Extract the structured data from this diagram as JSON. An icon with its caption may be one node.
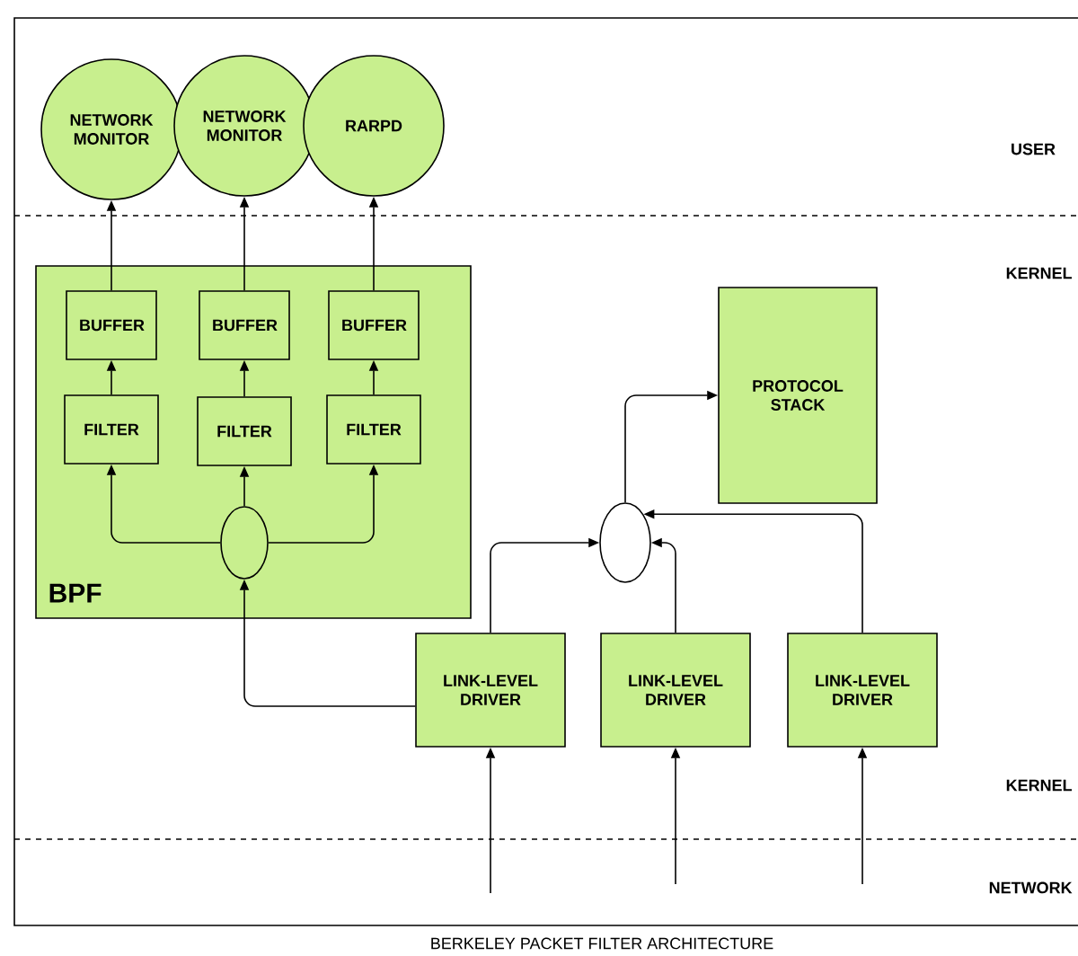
{
  "diagram": {
    "caption": "BERKELEY PACKET FILTER ARCHITECTURE",
    "nodes": [
      {
        "text": [
          "BPF"
        ]
      },
      {
        "text": [
          "NETWORK MONITOR"
        ]
      },
      {
        "text": [
          "NETWORK MONITOR"
        ]
      },
      {
        "text": [
          "RARPD"
        ]
      },
      {
        "text": [
          "BUFFER"
        ],
        "in": 0
      },
      {
        "text": [
          "BUFFER"
        ],
        "in": 0
      },
      {
        "text": [
          "BUFFER"
        ],
        "in": 0
      },
      {
        "text": [
          "FILTER"
        ],
        "in": 0
      },
      {
        "text": [
          "FILTER"
        ],
        "in": 0
      },
      {
        "text": [
          "FILTER"
        ],
        "in": 0
      },
      {
        "text": [],
        "shape": "circle",
        "in": 0
      },
      {
        "text": [
          "PROTOCOL STACK"
        ]
      },
      {
        "text": [],
        "shape": "circle"
      },
      {
        "text": [
          "LINK-LEVEL DRIVER"
        ]
      },
      {
        "text": [
          "LINK-LEVEL DRIVER"
        ]
      },
      {
        "text": [
          "LINK-LEVEL DRIVER"
        ]
      }
    ],
    "edges": [
      {
        "from": 4,
        "to": 1,
        "arrow": "to"
      },
      {
        "from": 5,
        "to": 2,
        "arrow": "to"
      },
      {
        "from": 6,
        "to": 3,
        "arrow": "to"
      },
      {
        "from": 7,
        "to": 4,
        "arrow": "to"
      },
      {
        "from": 8,
        "to": 5,
        "arrow": "to"
      },
      {
        "from": 9,
        "to": 6,
        "arrow": "to"
      },
      {
        "from": 10,
        "to": 7,
        "arrow": "to"
      },
      {
        "from": 10,
        "to": 8,
        "arrow": "to"
      },
      {
        "from": 10,
        "to": 9,
        "arrow": "to"
      },
      {
        "from": 13,
        "to": 10,
        "arrow": "to"
      },
      {
        "from": 13,
        "to": 12,
        "arrow": "to"
      },
      {
        "from": 14,
        "to": 12,
        "arrow": "to"
      },
      {
        "from": 15,
        "to": 12,
        "arrow": "to"
      },
      {
        "from": 12,
        "to": 11,
        "arrow": "to"
      },
      {
        "from": null,
        "to": 13,
        "arrow": "to"
      },
      {
        "from": null,
        "to": 14,
        "arrow": "to"
      },
      {
        "from": null,
        "to": 15,
        "arrow": "to"
      }
    ],
    "labels": [
      "USER",
      "KERNEL",
      "KERNEL",
      "NETWORK"
    ]
  }
}
